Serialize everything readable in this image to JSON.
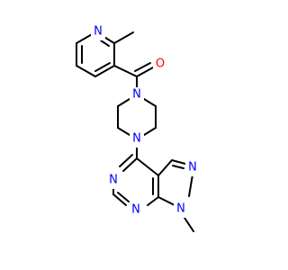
{
  "molecule": {
    "atoms": {
      "n_pyridine": "N",
      "o_carbonyl": "O",
      "n_piperazine_top": "N",
      "n_piperazine_bottom": "N",
      "n_pyrimidine_left": "N",
      "n_pyrimidine_bottom": "N",
      "n_pyrazole_upper": "N",
      "n_pyrazole_lower": "N"
    }
  },
  "colors": {
    "bond": "#000000",
    "nitrogen": "#0000ff",
    "oxygen": "#ff0000",
    "background": "#ffffff"
  }
}
